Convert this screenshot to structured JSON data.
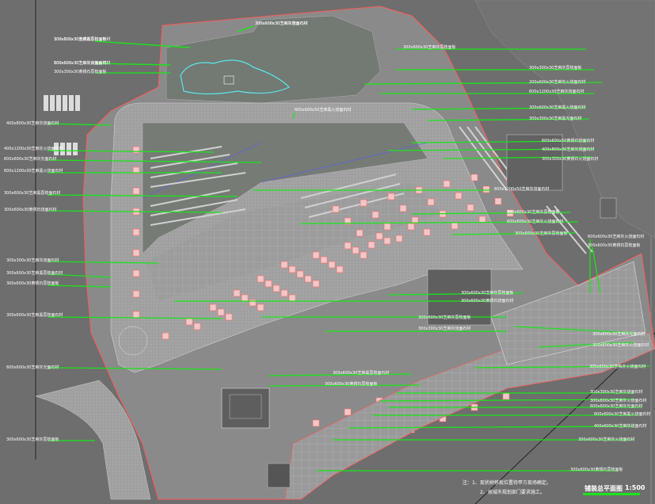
{
  "drawing": {
    "title": "铺装总平面图",
    "scale": "1:500",
    "notes": [
      "注：1、现状树移栽位置待甲方现场确定。",
      "2、按城市规划部门要求施工。"
    ]
  },
  "colors": {
    "background": "#6e6e6e",
    "paving": "#a9a9a9",
    "boundary": "#ff5b5b",
    "leader": "#19e619",
    "grass": "#747a74",
    "water": "#59e8e8",
    "text": "#ffffff"
  },
  "labels": [
    "100x300x30黄锈石荔枝面板",
    "300x600x30芝麻灰烧面石材",
    "600x600x30芝麻灰烧面石材",
    "300x300x30黄锈石荔枝面板",
    "300x600x30芝麻灰荔枝面板",
    "400x800x30芝麻灰烧面石材",
    "600x600x50芝麻黑火烧面石材",
    "300x300x30芝麻灰荔枝面板",
    "200x600x30芝麻灰火烧面石材",
    "600x1200x30芝麻灰烧面石材",
    "300x600x30芝麻黑火烧面石材",
    "300x300x30芝麻黑光面石材",
    "600x600x50黄锈石烧面石材",
    "400x800x30芝麻灰烧面石材",
    "300x300x30黄锈石火烧面石材",
    "400x1200x30芝麻灰火烧面石材",
    "600x600x30芝麻灰光面石材",
    "600x1200x30芝麻黑火烧面石材",
    "600x1200x50芝麻灰烧面石材",
    "300x600x30芝麻黑荔枝面石材",
    "300x600x30黄锈石烧面石材",
    "300x600x30芝麻灰荔枝面板",
    "600x600x30芝麻灰火烧面石材",
    "300x600x30芝麻灰荔枝面板",
    "600x600x30芝麻灰火烧面石材",
    "300x600x30黄锈石荔枝面板",
    "300x300x30芝麻灰烧面石材",
    "300x600x30芝麻黑荔枝面石材",
    "300x600x30黄锈石荔枝面板",
    "300x600x30芝麻灰荔枝面板",
    "300x600x30黄锈石烧面石材",
    "300x600x30芝麻黑荔枝面石材",
    "300x600x30芝麻灰荔枝面板",
    "300x300x30芝麻灰烧面石材",
    "300x600x30芝麻灰光面石材",
    "300x600x30芝麻灰火烧面石材",
    "600x600x30芝麻灰光面石材",
    "300x600x30芝麻灰火烧面石材",
    "300x600x30芝麻黑荔枝面石材",
    "300x600x30黄锈石荔枝面板",
    "300x300x30芝麻灰烧面石材",
    "300x600x30芝麻灰火烧面石材",
    "600x600x30芝麻灰光面石材",
    "600x600x30芝麻黑火烧面石材",
    "400x600x30芝麻灰烧面石材",
    "300x600x30芝麻灰火烧面石材",
    "300x600x30芝麻灰荔枝面板",
    "300x600x30黄锈石荔枝面板",
    "300x600x30芝麻黑荔枝面石材",
    "300x600x30芝麻灰光面石材",
    "300x600x30芝麻灰火烧面石材"
  ]
}
